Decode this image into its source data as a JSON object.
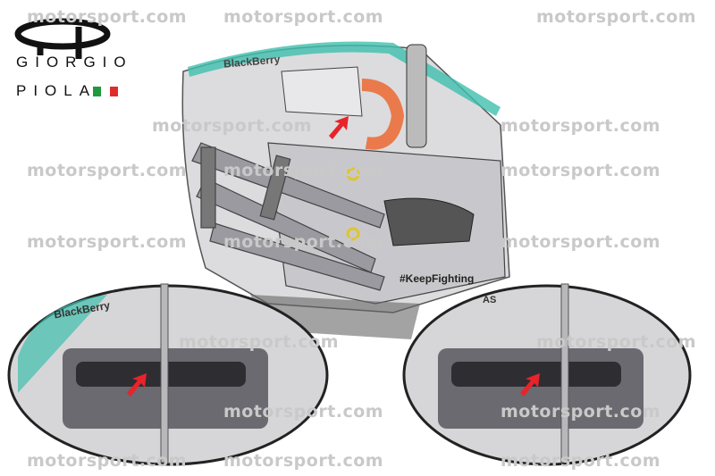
{
  "watermark": "motorsport.com",
  "logo": {
    "line1": "GIORGIO",
    "line2": "PIOLA",
    "flag_colors": [
      "#1f9a3a",
      "#ffffff",
      "#e02b2b"
    ]
  },
  "livery": {
    "sponsor": "BlackBerry",
    "hashtag": "#KeepFighting",
    "inset_text": "AS"
  },
  "colors": {
    "arrow": "#e8232a",
    "body": "#d4d4d6",
    "teal": "#3fbfae",
    "dark": "#4a4a4e"
  }
}
